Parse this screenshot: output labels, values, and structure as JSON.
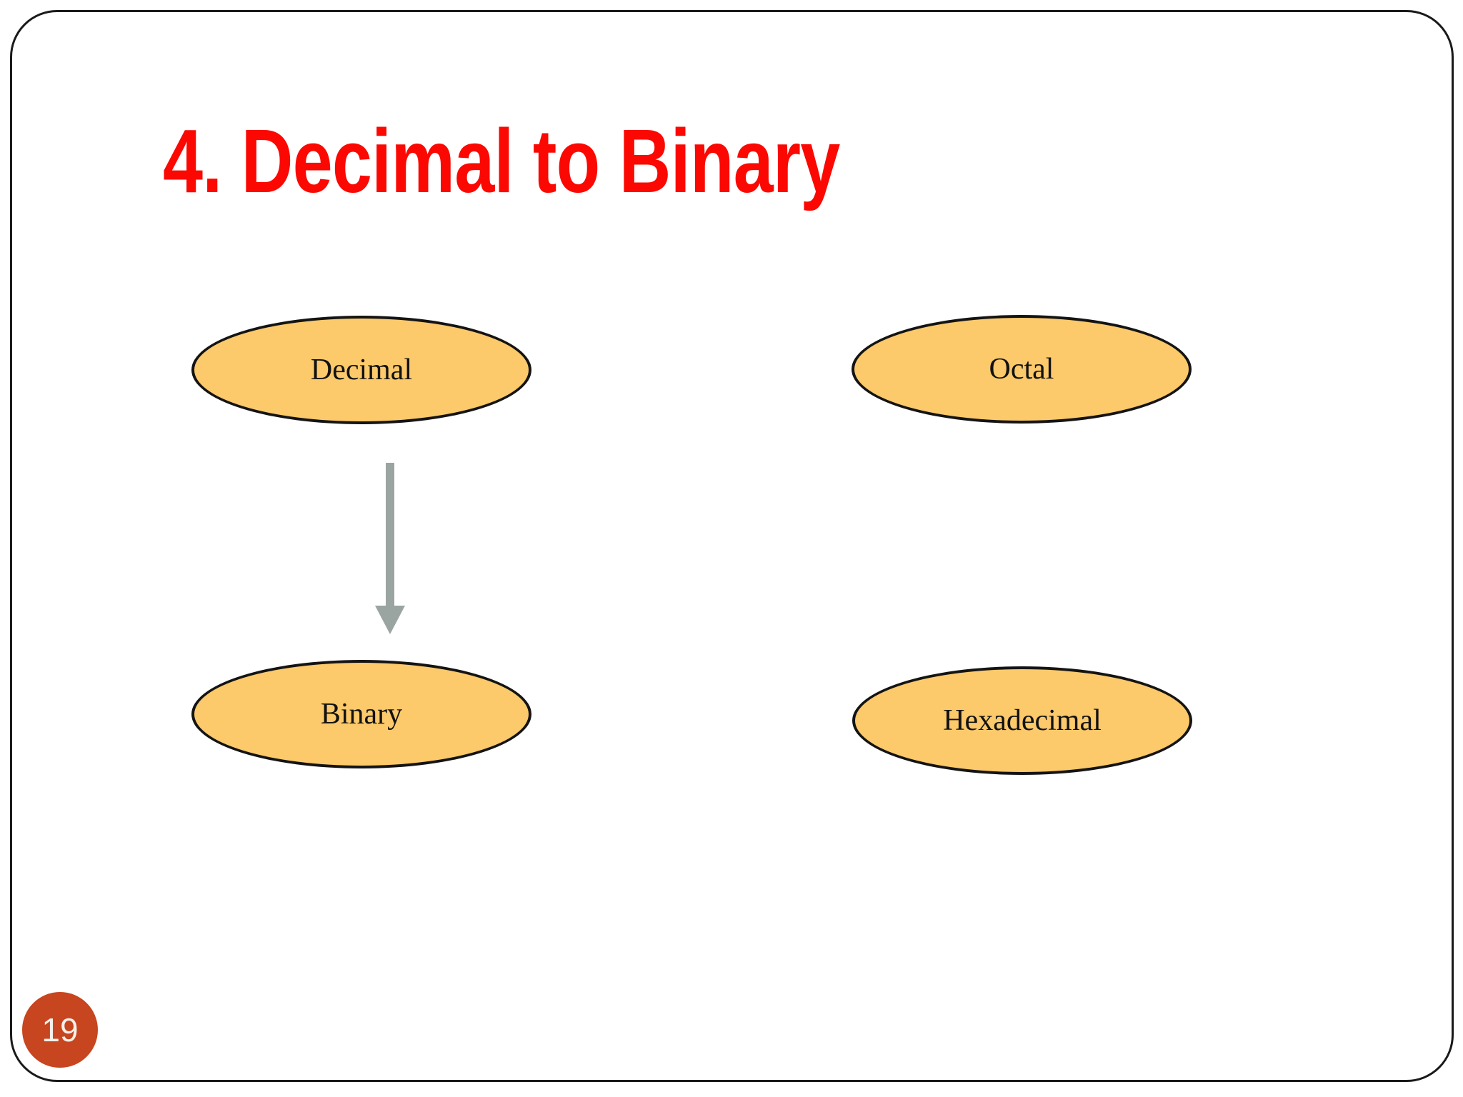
{
  "slide": {
    "title": "4. Decimal to Binary",
    "page_number": "19",
    "diagram": {
      "nodes": [
        {
          "label": "Decimal"
        },
        {
          "label": "Octal"
        },
        {
          "label": "Binary"
        },
        {
          "label": "Hexadecimal"
        }
      ],
      "arrow": {
        "from": "Decimal",
        "to": "Binary",
        "direction": "down"
      }
    },
    "colors": {
      "title_red": "#fb0802",
      "ellipse_fill": "#fcc96b",
      "ellipse_stroke": "#141414",
      "arrow_gray": "#9aa5a2",
      "badge_fill": "#c7451f",
      "badge_text": "#f5f1ea",
      "slide_border": "#1a1a1a"
    }
  }
}
